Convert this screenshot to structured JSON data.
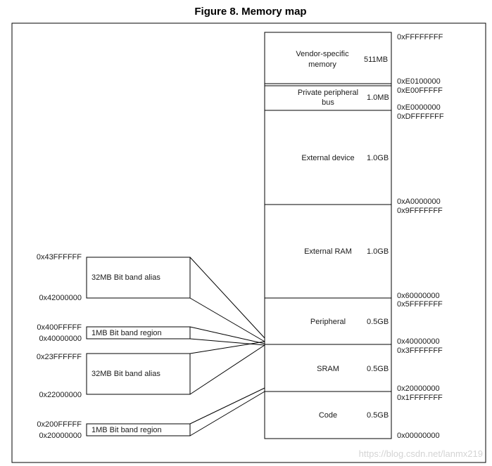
{
  "figure": {
    "title": "Figure 8. Memory map",
    "watermark": "https://blog.csdn.net/lanmx219"
  },
  "regions": [
    {
      "name_lines": [
        "Vendor-specific",
        "memory"
      ],
      "size": "511MB"
    },
    {
      "name_lines": [
        "Private peripheral",
        "bus"
      ],
      "size": "1.0MB"
    },
    {
      "name_lines": [
        "External device"
      ],
      "size": "1.0GB"
    },
    {
      "name_lines": [
        "External RAM"
      ],
      "size": "1.0GB"
    },
    {
      "name_lines": [
        "Peripheral"
      ],
      "size": "0.5GB"
    },
    {
      "name_lines": [
        "SRAM"
      ],
      "size": "0.5GB"
    },
    {
      "name_lines": [
        "Code"
      ],
      "size": "0.5GB"
    }
  ],
  "right_addresses": [
    "0xFFFFFFFF",
    "0xE0100000",
    "0xE00FFFFF",
    "0xE0000000",
    "0xDFFFFFFF",
    "0xA0000000",
    "0x9FFFFFFF",
    "0x60000000",
    "0x5FFFFFFF",
    "0x40000000",
    "0x3FFFFFFF",
    "0x20000000",
    "0x1FFFFFFF",
    "0x00000000"
  ],
  "bitband": [
    {
      "label": "32MB  Bit band alias",
      "top_addr": "0x43FFFFFF",
      "bottom_addr": "0x42000000"
    },
    {
      "label": "1MB  Bit band region",
      "top_addr": "0x400FFFFF",
      "bottom_addr": "0x40000000"
    },
    {
      "label": "32MB  Bit band alias",
      "top_addr": "0x23FFFFFF",
      "bottom_addr": "0x22000000"
    },
    {
      "label": "1MB  Bit band region",
      "top_addr": "0x200FFFFF",
      "bottom_addr": "0x20000000"
    }
  ]
}
